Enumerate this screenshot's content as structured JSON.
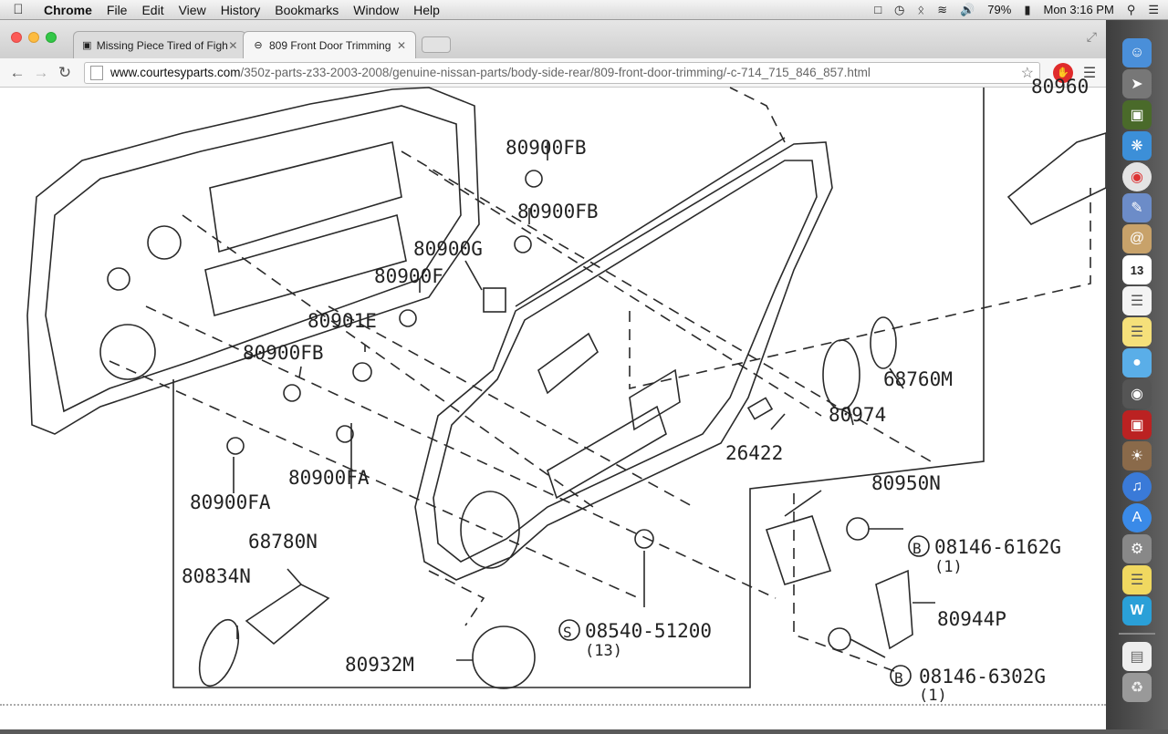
{
  "menubar": {
    "app_name": "Chrome",
    "items": [
      "File",
      "Edit",
      "View",
      "History",
      "Bookmarks",
      "Window",
      "Help"
    ],
    "battery": "79%",
    "clock": "Mon 3:16 PM"
  },
  "tabs": [
    {
      "label": "Missing Piece Tired of Figh",
      "active": false
    },
    {
      "label": "809 Front Door Trimming",
      "active": true
    }
  ],
  "toolbar": {
    "url_host": "www.courtesyparts.com",
    "url_path": "/350z-parts-z33-2003-2008/genuine-nissan-parts/body-side-rear/809-front-door-trimming/-c-714_715_846_857.html"
  },
  "diagram": {
    "labels": {
      "p80960": "80960",
      "p80900fb_1": "80900FB",
      "p80900fb_2": "80900FB",
      "p80900g": "80900G",
      "p80900f": "80900F",
      "p80901e": "80901E",
      "p80900fb_3": "80900FB",
      "p68760m": "68760M",
      "p80974": "80974",
      "p26422": "26422",
      "p80950n": "80950N",
      "p80900fa_1": "80900FA",
      "p80900fa_2": "80900FA",
      "p68780n": "68780N",
      "p80834n": "80834N",
      "p08146_6162g": "08146-6162G",
      "p08146_6162g_qty": "(1)",
      "p08540_51200": "08540-51200",
      "p08540_51200_qty": "(13)",
      "p80944p": "80944P",
      "p80932m": "80932M",
      "p08146_6302g": "08146-6302G",
      "p08146_6302g_qty": "(1)",
      "circle_b": "B",
      "circle_s": "S"
    }
  },
  "dock": {
    "items": [
      "finder-icon",
      "launchpad-icon",
      "dashboard-icon",
      "safari-icon",
      "chrome-icon",
      "preview-icon",
      "contacts-icon",
      "calendar-icon",
      "notes-icon",
      "stickies-icon",
      "messages-icon",
      "facetime-icon",
      "photo-booth-icon",
      "iphoto-icon",
      "itunes-icon",
      "app-store-icon",
      "system-preferences-icon",
      "stickies-2-icon",
      "word-icon",
      "document-icon",
      "trash-icon"
    ],
    "calendar_day": "13"
  }
}
